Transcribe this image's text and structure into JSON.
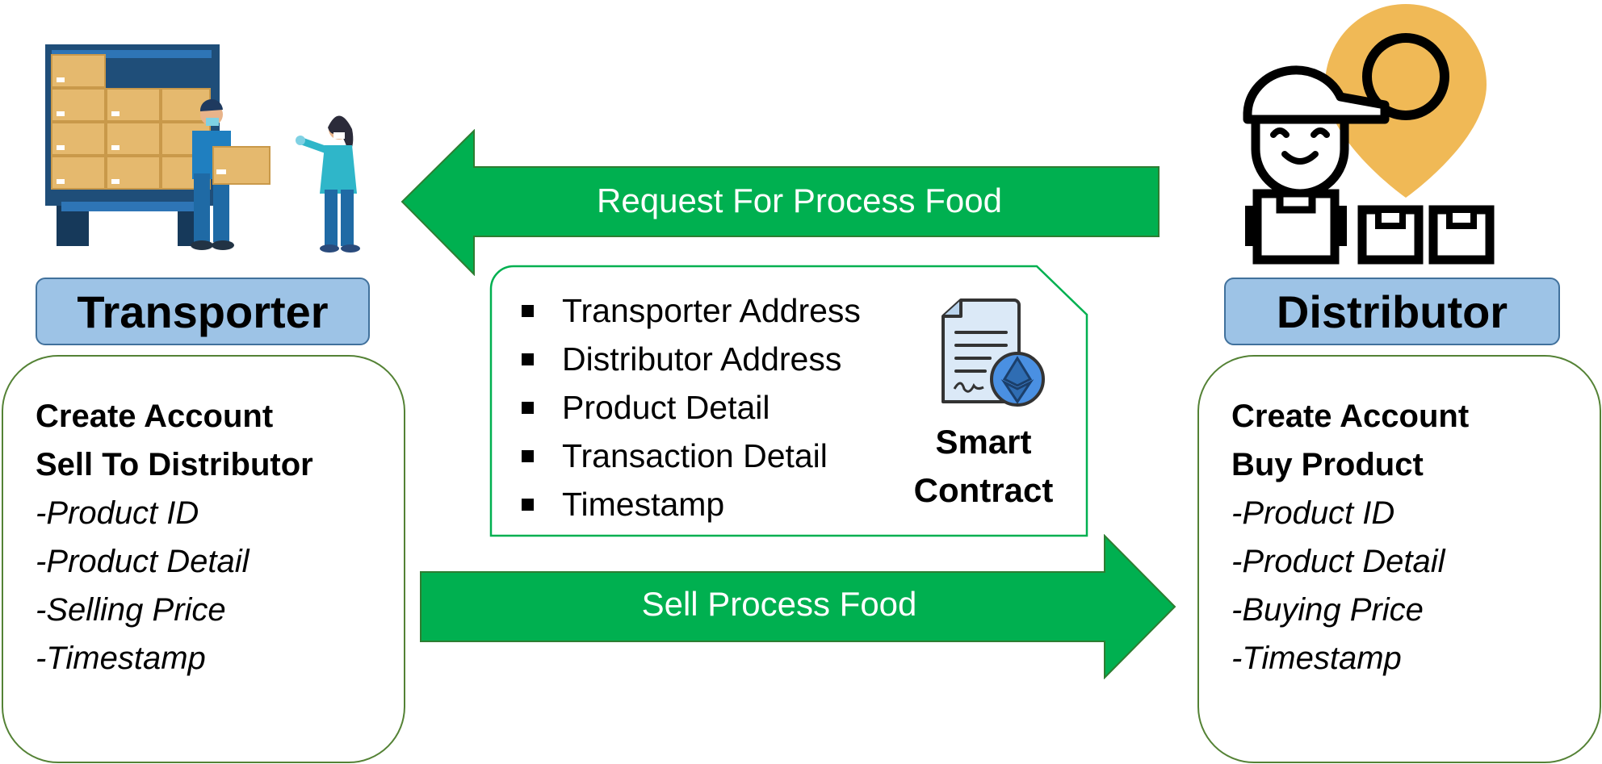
{
  "colors": {
    "arrow": "#00b050",
    "label_bg": "#9dc3e6",
    "label_border": "#41719c",
    "panel_border": "#548235",
    "pin": "#f0b956"
  },
  "request_arrow": {
    "label": "Request For Process  Food",
    "direction": "left"
  },
  "sell_arrow": {
    "label": "Sell Process Food",
    "direction": "right"
  },
  "transporter": {
    "label": "Transporter",
    "icon": "delivery-truck-workers-icon",
    "steps": [
      "Create Account",
      "Sell To Distributor"
    ],
    "details": [
      "-Product ID",
      "-Product Detail",
      "-Selling Price",
      "-Timestamp"
    ]
  },
  "distributor": {
    "label": "Distributor",
    "icon": "delivery-man-location-icon",
    "steps": [
      "Create Account",
      "Buy Product"
    ],
    "details": [
      "-Product ID",
      "-Product Detail",
      "-Buying Price",
      "-Timestamp"
    ]
  },
  "smart_contract": {
    "title_line1": "Smart",
    "title_line2": "Contract",
    "icon": "ethereum-contract-icon",
    "fields": [
      "Transporter Address",
      "Distributor Address",
      "Product Detail",
      "Transaction Detail",
      "Timestamp"
    ]
  }
}
